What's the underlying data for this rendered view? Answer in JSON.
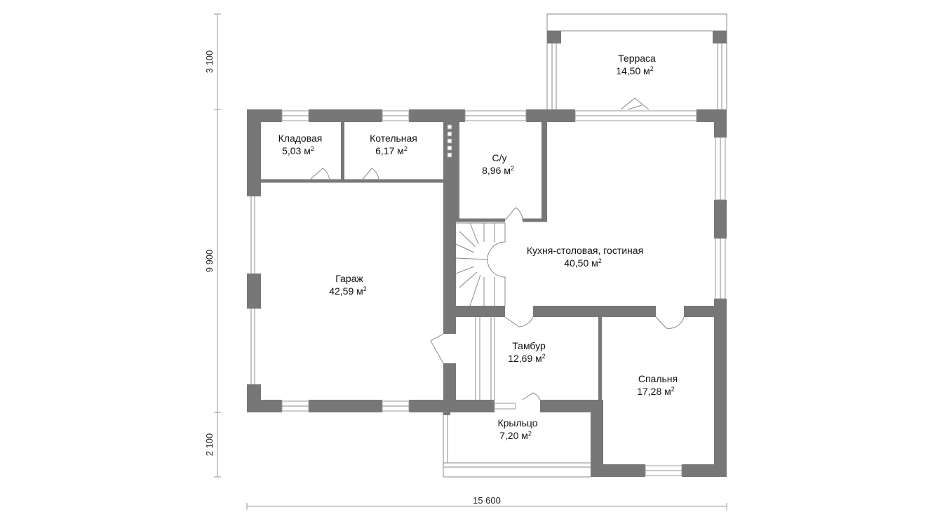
{
  "rooms": [
    {
      "id": "terrace",
      "name": "Терраса",
      "area": "14,50 м",
      "sup": "2"
    },
    {
      "id": "storage",
      "name": "Кладовая",
      "area": "5,03 м",
      "sup": "2"
    },
    {
      "id": "boiler",
      "name": "Котельная",
      "area": "6,17 м",
      "sup": "2"
    },
    {
      "id": "bathroom",
      "name": "С/у",
      "area": "8,96 м",
      "sup": "2"
    },
    {
      "id": "kitchen",
      "name": "Кухня-столовая, гостиная",
      "area": "40,50 м",
      "sup": "2"
    },
    {
      "id": "garage",
      "name": "Гараж",
      "area": "42,59 м",
      "sup": "2"
    },
    {
      "id": "vestibule",
      "name": "Тамбур",
      "area": "12,69 м",
      "sup": "2"
    },
    {
      "id": "bedroom",
      "name": "Спальня",
      "area": "17,28 м",
      "sup": "2"
    },
    {
      "id": "porch",
      "name": "Крыльцо",
      "area": "7,20 м",
      "sup": "2"
    }
  ],
  "dimensions": {
    "top_vertical": "3 100",
    "middle_vertical": "9 900",
    "bottom_vertical": "2 100",
    "horizontal": "15 600"
  }
}
